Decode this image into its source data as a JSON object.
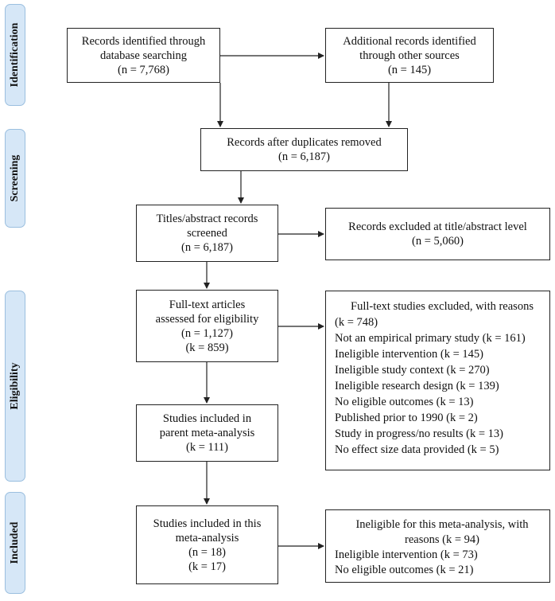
{
  "stages": {
    "identification": "Identification",
    "screening": "Screening",
    "eligibility": "Eligibility",
    "included": "Included"
  },
  "boxes": {
    "database": [
      "Records identified through",
      "database searching",
      "(n = 7,768)"
    ],
    "additional": [
      "Additional records identified",
      "through other sources",
      "(n = 145)"
    ],
    "duplicates": [
      "Records after duplicates removed",
      "(n = 6,187)"
    ],
    "screened": [
      "Titles/abstract records",
      "screened",
      "(n = 6,187)"
    ],
    "excluded_title": [
      "Records excluded at title/abstract level",
      "(n = 5,060)"
    ],
    "fulltext": [
      "Full-text articles",
      "assessed for eligibility",
      "(n = 1,127)",
      "(k = 859)"
    ],
    "fulltext_excluded": {
      "heading": [
        "Full-text studies excluded, with reasons",
        "(k = 748)"
      ],
      "reasons": [
        "Not an empirical primary study (k = 161)",
        "Ineligible intervention (k = 145)",
        "Ineligible study context (k = 270)",
        "Ineligible research design (k = 139)",
        "No eligible outcomes (k = 13)",
        "Published prior to 1990 (k = 2)",
        "Study in progress/no results (k = 13)",
        "No effect size data provided (k = 5)"
      ]
    },
    "parent": [
      "Studies included in",
      "parent meta-analysis",
      "(k = 111)"
    ],
    "included": [
      "Studies included in this",
      "meta-analysis",
      "(n = 18)",
      "(k = 17)"
    ],
    "ineligible_this": {
      "heading": [
        "Ineligible for this meta-analysis, with",
        "reasons (k = 94)"
      ],
      "reasons": [
        "Ineligible intervention (k = 73)",
        "No eligible outcomes (k = 21)"
      ]
    }
  },
  "colors": {
    "stage_fill": "#d6e7f7",
    "stage_border": "#9bbfdf",
    "line": "#222222"
  }
}
